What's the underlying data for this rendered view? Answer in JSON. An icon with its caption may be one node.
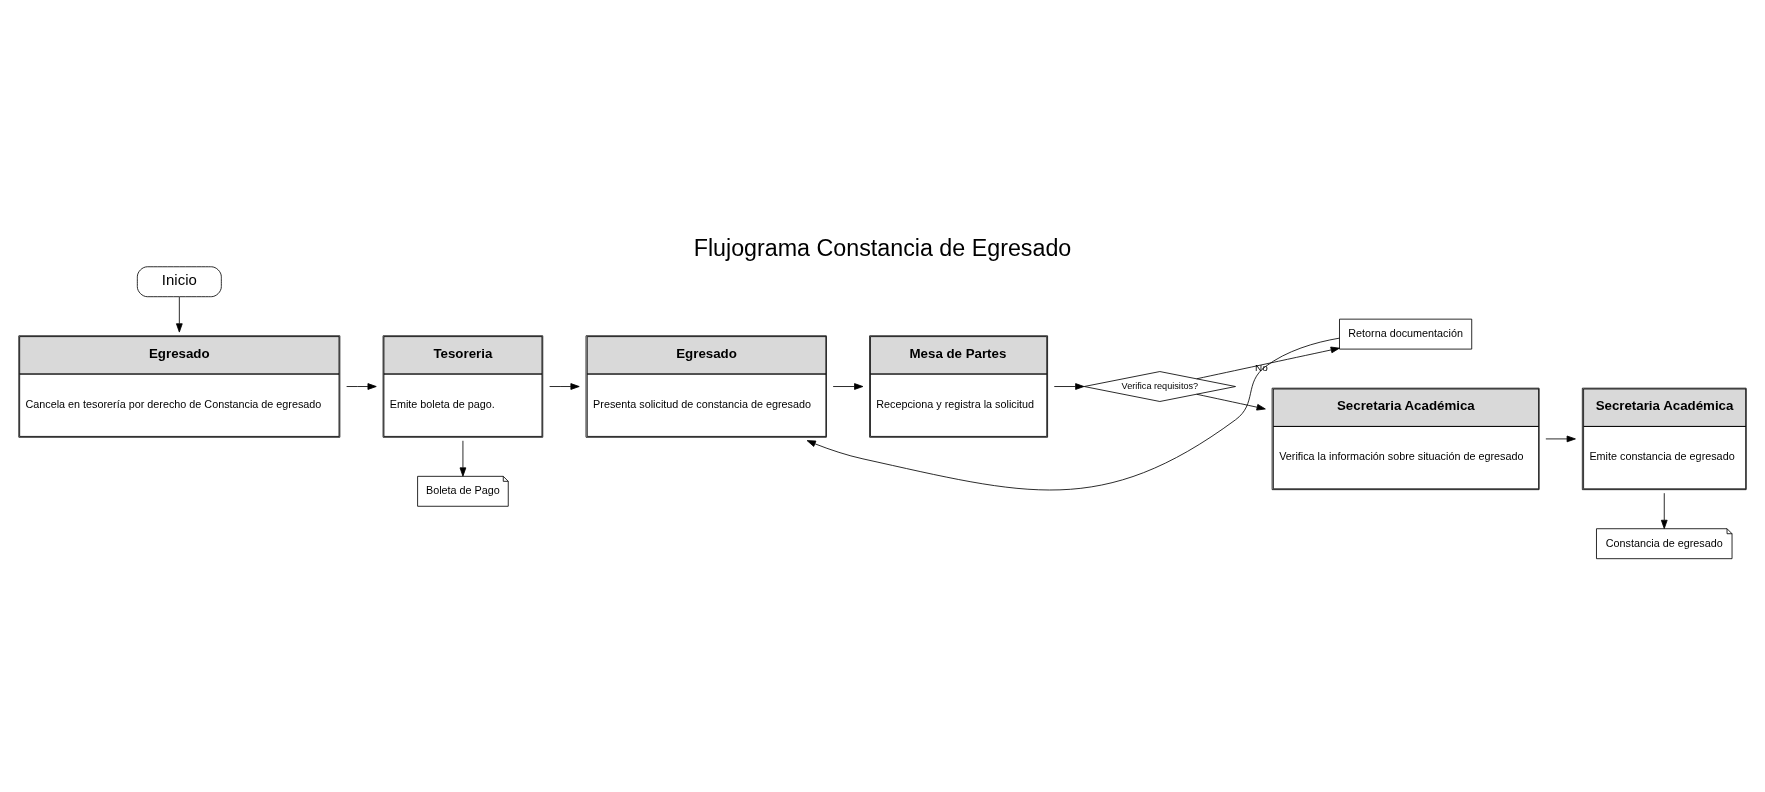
{
  "diagram": {
    "title": "Flujograma Constancia de Egresado",
    "nodes": [
      {
        "text": [
          "Inicio"
        ]
      },
      {
        "text": [
          "Egresado",
          "Cancela en tesorería por derecho de Constancia de egresado"
        ]
      },
      {
        "text": [
          "Tesoreria",
          "Emite boleta de pago."
        ]
      },
      {
        "text": [
          "Boleta de Pago"
        ]
      },
      {
        "text": [
          "Egresado",
          "Presenta solicitud de constancia de egresado"
        ]
      },
      {
        "text": [
          "Mesa de Partes",
          "Recepciona y registra la solicitud"
        ]
      },
      {
        "text": [
          "Verifica requisitos?"
        ]
      },
      {
        "text": [
          "Retorna documentación"
        ]
      },
      {
        "text": [
          "Secretaria Académica",
          "Verifica la información sobre situación de egresado"
        ]
      },
      {
        "text": [
          "Secretaria Académica",
          "Emite constancia de egresado"
        ]
      },
      {
        "text": [
          "Constancia de egresado"
        ]
      }
    ],
    "edges": [
      {
        "from": 0,
        "to": 1,
        "arrow": "to"
      },
      {
        "from": 1,
        "to": 2,
        "arrow": "to"
      },
      {
        "from": 2,
        "to": 4,
        "arrow": "to"
      },
      {
        "from": 2,
        "to": 3,
        "arrow": "to"
      },
      {
        "from": 4,
        "to": 5,
        "arrow": "to"
      },
      {
        "from": 5,
        "to": 6,
        "arrow": "to"
      },
      {
        "from": 6,
        "to": 8,
        "arrow": "to"
      },
      {
        "from": 6,
        "to": 7,
        "arrow": "to",
        "label": "No"
      },
      {
        "from": 7,
        "to": 4,
        "arrow": "to"
      },
      {
        "from": 8,
        "to": 9,
        "arrow": "to"
      },
      {
        "from": 9,
        "to": 10,
        "arrow": "to"
      }
    ]
  }
}
